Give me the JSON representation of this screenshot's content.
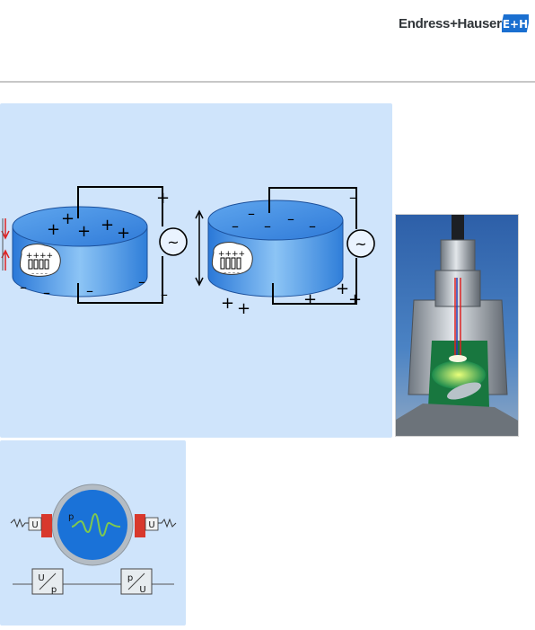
{
  "header": {
    "brand_text": "Endress+Hauser",
    "logo_mark_text": "E+H"
  },
  "piezo_diagram": {
    "left_top_charges": [
      "+",
      "+",
      "+",
      "+",
      "+"
    ],
    "left_bottom_charges": [
      "–",
      "–",
      "–",
      "–",
      "–"
    ],
    "right_top_charges": [
      "–",
      "–",
      "–",
      "–"
    ],
    "right_bottom_charges": [
      "+",
      "+",
      "+",
      "+",
      "+"
    ],
    "crystal_label_plus": "++++",
    "crystal_label_minus": "– – – –",
    "source_symbol": "~"
  },
  "pipe_diagram": {
    "left_sensor_label": "U",
    "right_sensor_label": "U",
    "pressure_label": "p",
    "left_converter_top": "U",
    "left_converter_bottom": "p",
    "right_converter_top": "p",
    "right_converter_bottom": "U"
  },
  "colors": {
    "panel_bg": "#cfe4fb",
    "disc_blue": "#3c8fe6",
    "pipe_blue": "#1a72d8",
    "sensor_red": "#d8382c",
    "wave_green": "#7ec850"
  }
}
